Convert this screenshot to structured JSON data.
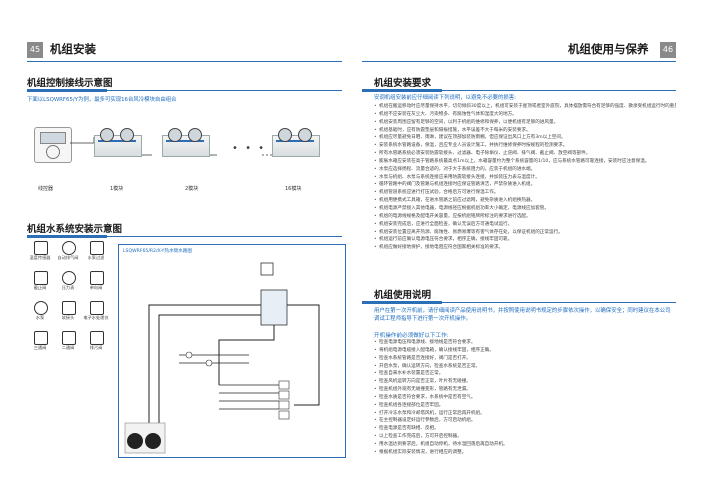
{
  "left_page": {
    "page_number": "45",
    "header_title": "机组安装",
    "section1": {
      "title": "机组控制接线示意图",
      "intro": "下面以LSQWRF65/Y为例，最多可实现16台风冷模块自由组合",
      "labels": [
        "线控器",
        "1模块",
        "2模块",
        "16模块"
      ]
    },
    "section2": {
      "title": "机组水系统安装示意图",
      "legend": [
        "温度传感器",
        "自动排气阀",
        "水泵过滤",
        "截止阀",
        "压力表",
        "单向阀",
        "水泵",
        "软接头",
        "电子水处理仪",
        "三通阀",
        "二通阀",
        "排污阀"
      ],
      "diagram_caption": "LSQWRF65/R2/X-Y热水侧水路图"
    }
  },
  "right_page": {
    "page_number": "46",
    "header_title": "机组使用与保养",
    "section1": {
      "title": "机组安装要求",
      "intro": "安调机组安装前应仔细阅读下列说明，以避免不必要的损害:",
      "items": [
        "机组在搬运移动时应尽量保持水平，切勿倾斜30度以上，机组可安装于屋顶或者室外庭院，具体摆放需符合有足够的强度、散承受机组运行时的重量。",
        "机组不应安装在灰尘大、污染物多、有腐蚀性气体和湿度大的地方。",
        "机组安装周围应留有足够的空间，以利于机组的维修和保养，以便机组有足够的进风量。",
        "机组基础时，应有防震垫层和隔振措施，水平误差不大于每米的安装要求。",
        "机组应尽量避免日晒、雨淋，建议在顶部加装防雨棚，但应保证出风口上方有3m以上空间。",
        "安装系统水管路设备，保温，且应专业人员设计施工，并执行维修保养时按规程的检测要求。",
        "所有水管路系统必须安装防震软接头、过滤器、电子除垢仪、止逆阀、排气阀、截止阀、放空阀等部件。",
        "膨胀水箱应安装在高于管路系统最高点1m以上，水箱容量约为整个系统容量的1/10，应与系统水管路可靠连接，安装时应注意保温。",
        "水泵应选择扬程、流量合适的，对于大于系统阻力的，应装于机组的进水端。",
        "水泵与机组、水泵与系统连接应采用防震软接头连接，并加装压力表与温度计。",
        "循环管路中的阀门及管路与机组连接时应保证管路清洁，严禁杂质进入机组。",
        "机组管道系统应进行打压试验，合格后方可进行保温工作。",
        "机组用便携式工具箱，在进水管路之前应过滤网，避免杂质进入机组换热器。",
        "机组电源严禁接入其他电器，电源线径应根据机组功率大小确定，电源线应加套管。",
        "机组的电源线规格及配电开关容量，应按机组铭牌所标注的要求进行选配。",
        "机组安装完成后，应进行全面检查，确认无误后方可通电试运行。",
        "机组安装位置应离开热源、腐蚀性、易燃易爆等有害气体存在处，以保证机组的正常运行。",
        "机组运行前应确认电源电压符合要求，相序正确，接线牢固可靠。",
        "机组应做好接地保护，接地电阻应符合国家相关标准的要求。"
      ]
    },
    "section2": {
      "title": "机组使用说明",
      "intro": "用户在第一次开机前，请仔细阅读产品使用说明书，并按照使用说明书规定的步骤依次操作，以确保安全；同时建议在本公司调试工程师指导下进行第一次开机操作。",
      "subtitle": "开机操作前必须做好以下工作:",
      "items": [
        "检查电源电压和电源线、接地线是否符合要求。",
        "将机组电源电缆接入配电箱，确认接线牢固，相序正确。",
        "检查水系统管路是否连接好，阀门是否打开。",
        "开启水泵，确认运转方向，检查水系统是否正常。",
        "检查自来水补水装置是否正常。",
        "检查风机运转方向是否正常，叶片有无碰撞。",
        "检查机组外观有无碰撞变形，管路有无泄漏。",
        "检查水质是否符合要求，水系统中是否有空气。",
        "检查机组各连接部位是否牢固。",
        "打开冷冻水泵和冷却塔风机，运行正常后再开机组。",
        "在主控制器设定好运行参数后，方可启动机组。",
        "检查电源是否有缺相、反相。",
        "以上检查工作完成后，方可开启控制器。",
        "用水温达到要求后，机组自动停机，待水温回落后再自动开机。",
        "根据机组实际安装情况，进行相应的调整。"
      ]
    }
  }
}
